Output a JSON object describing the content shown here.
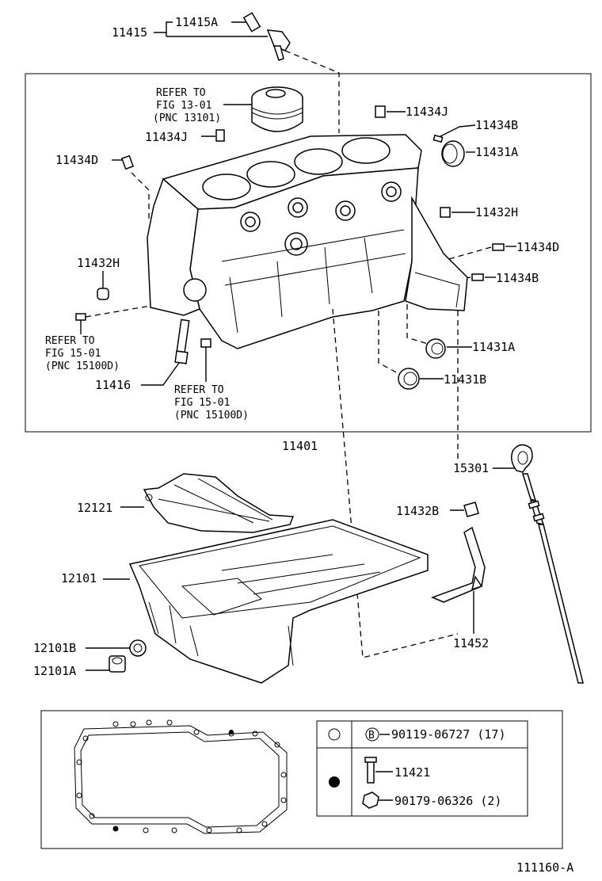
{
  "labels": {
    "p11415": "11415",
    "p11415a": "11415A",
    "refer1": [
      "REFER TO",
      "FIG 13-01",
      "(PNC 13101)"
    ],
    "p11434j_a": "11434J",
    "p11434j_b": "11434J",
    "p11434b_a": "11434B",
    "p11431a_a": "11431A",
    "p11434d_a": "11434D",
    "p11432h_a": "11432H",
    "p11434d_b": "11434D",
    "p11432h_b": "11432H",
    "p11434b_b": "11434B",
    "refer2": [
      "REFER TO",
      "FIG 15-01",
      "(PNC 15100D)"
    ],
    "p11431a_b": "11431A",
    "p11431b": "11431B",
    "p11416": "11416",
    "refer3": [
      "REFER TO",
      "FIG 15-01",
      "(PNC 15100D)"
    ],
    "p11401": "11401",
    "p15301": "15301",
    "p12121": "12121",
    "p11432b": "11432B",
    "p12101": "12101",
    "p11452": "11452",
    "p12101b": "12101B",
    "p12101a": "12101A",
    "legend_b_code": "90119-06727 (17)",
    "legend_b_letter": "B",
    "legend_11421": "11421",
    "legend_90179": "90179-06326 (2)",
    "figure_id": "111160-A"
  },
  "icons": [
    "open-circle-icon",
    "filled-circle-icon",
    "bolt-icon",
    "nut-icon",
    "letter-b-circle-icon"
  ]
}
